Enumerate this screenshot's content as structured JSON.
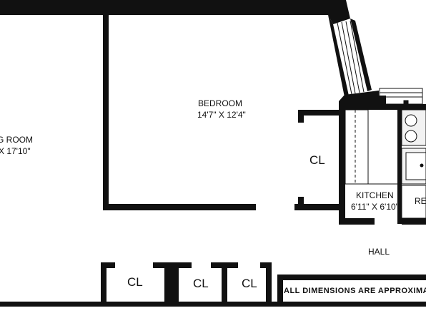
{
  "rooms": {
    "living_name": "G ROOM",
    "living_dims": "X 17'10\"",
    "bedroom_name": "BEDROOM",
    "bedroom_dims": "14'7\" X 12'4\"",
    "kitchen_name": "KITCHEN",
    "kitchen_dims": "6'11\" X 6'10\"",
    "ref_label": "RE",
    "hall": "HALL"
  },
  "closets": {
    "right": "CL",
    "bottom_1": "CL",
    "bottom_2": "CL",
    "bottom_3": "CL"
  },
  "note": "ALL DIMENSIONS ARE APPROXIMAT",
  "colors": {
    "wall": "#111111",
    "background": "#ffffff",
    "fixture_fill": "#f2f2f2"
  }
}
